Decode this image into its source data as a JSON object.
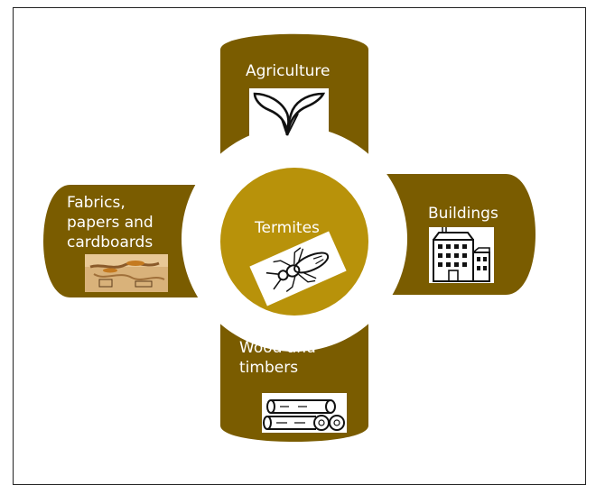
{
  "center": {
    "label": "Termites"
  },
  "arms": {
    "top": {
      "label": "Agriculture"
    },
    "right": {
      "label": "Buildings"
    },
    "bottom": {
      "label": "Wood and timbers"
    },
    "left": {
      "label_lines": [
        "Fabrics,",
        "papers and",
        "cardboards"
      ]
    }
  },
  "icons": {
    "center": "termite-icon",
    "top": "plant-sprout-icon",
    "right": "building-icon",
    "bottom": "logs-icon",
    "left": "damaged-cardboard-photo"
  },
  "colors": {
    "arm": "#7a5c00",
    "center": "#b8920a",
    "border": "#222222",
    "background": "#ffffff"
  }
}
